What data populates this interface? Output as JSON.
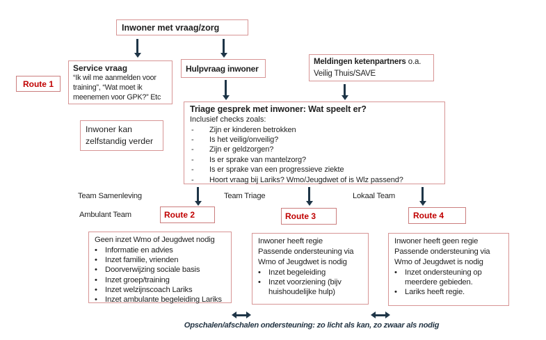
{
  "colors": {
    "box_border": "#d79494",
    "route_border": "#cb7d7d",
    "route_text": "#c00000",
    "arrow": "#1e3547",
    "text": "#1f1f1f",
    "footer": "#233443"
  },
  "nodes": {
    "top": {
      "label": "Inwoner met vraag/zorg"
    },
    "service": {
      "title": "Service vraag",
      "body": "“Ik wil me aanmelden voor training”, “Wat moet ik meenemen voor GPK?” Etc"
    },
    "route1": {
      "label": "Route 1"
    },
    "hulpvraag": {
      "label": "Hulpvraag inwoner"
    },
    "meldingen": {
      "title_bold": "Meldingen ketenpartners",
      "title_rest": " o.a.",
      "line2": "Veilig Thuis/SAVE"
    },
    "zelfstandig": {
      "label": "Inwoner kan zelfstandig verder"
    },
    "triage": {
      "title": "Triage gesprek met inwoner: Wat speelt er?",
      "subtitle": "Inclusief checks zoals:",
      "checks": [
        "Zijn er kinderen betrokken",
        "Is het veilig/onveilig?",
        "Zijn er geldzorgen?",
        "Is er sprake van mantelzorg?",
        "Is er sprake van een progressieve ziekte",
        "Hoort vraag bij Lariks? Wmo/Jeugdwet of is Wlz passend?"
      ]
    },
    "team_labels": [
      "Team Samenleving",
      "Ambulant Team",
      "Team Triage",
      "Lokaal Team"
    ],
    "route2": {
      "label": "Route 2"
    },
    "route3": {
      "label": "Route 3"
    },
    "route4": {
      "label": "Route 4"
    },
    "outcome1": {
      "title": "Geen inzet Wmo of Jeugdwet nodig",
      "bullets": [
        "Informatie en advies",
        "Inzet familie, vrienden",
        "Doorverwijzing sociale basis",
        "Inzet groep/training",
        "Inzet welzijnscoach Lariks",
        "Inzet ambulante begeleiding Lariks"
      ]
    },
    "outcome2": {
      "title_lines": [
        "Inwoner heeft regie",
        "Passende ondersteuning via",
        "Wmo of Jeugdwet is nodig"
      ],
      "bullets": [
        "Inzet begeleiding",
        "Inzet voorziening (bijv huishoudelijke hulp)"
      ]
    },
    "outcome3": {
      "title_lines": [
        "Inwoner heeft geen regie",
        "Passende ondersteuning via",
        "Wmo of Jeugdwet is nodig"
      ],
      "bullets": [
        "Inzet ondersteuning op meerdere gebieden.",
        "Lariks heeft regie."
      ]
    },
    "footer": "Opschalen/afschalen ondersteuning: zo licht als kan, zo zwaar als nodig"
  }
}
